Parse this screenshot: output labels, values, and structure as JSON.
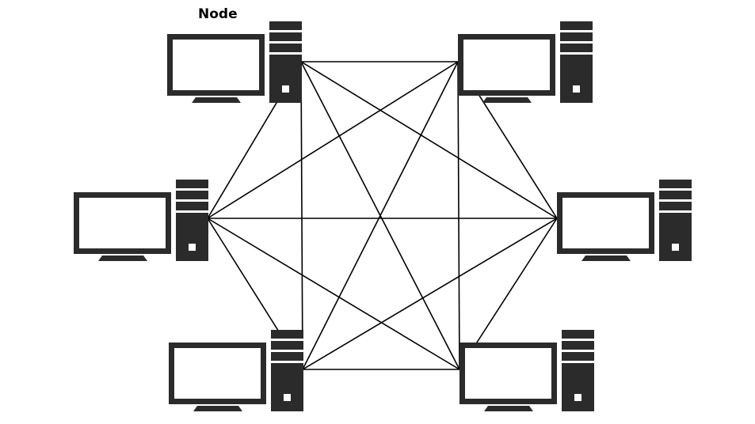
{
  "diagram": {
    "label": "Node",
    "colors": {
      "device": "#2b2b2b",
      "screen": "#ffffff",
      "link": "#000000",
      "background": "#ffffff"
    },
    "nodes": [
      {
        "id": "node-top-left",
        "icon": "desktop-computer-icon"
      },
      {
        "id": "node-top-right",
        "icon": "desktop-computer-icon"
      },
      {
        "id": "node-middle-left",
        "icon": "desktop-computer-icon"
      },
      {
        "id": "node-middle-right",
        "icon": "desktop-computer-icon"
      },
      {
        "id": "node-bottom-left",
        "icon": "desktop-computer-icon"
      },
      {
        "id": "node-bottom-right",
        "icon": "desktop-computer-icon"
      }
    ],
    "links": [
      [
        "node-top-left",
        "node-top-right"
      ],
      [
        "node-top-left",
        "node-middle-left"
      ],
      [
        "node-top-left",
        "node-middle-right"
      ],
      [
        "node-top-left",
        "node-bottom-left"
      ],
      [
        "node-top-left",
        "node-bottom-right"
      ],
      [
        "node-top-right",
        "node-middle-left"
      ],
      [
        "node-top-right",
        "node-middle-right"
      ],
      [
        "node-top-right",
        "node-bottom-left"
      ],
      [
        "node-top-right",
        "node-bottom-right"
      ],
      [
        "node-middle-left",
        "node-middle-right"
      ],
      [
        "node-middle-left",
        "node-bottom-left"
      ],
      [
        "node-middle-left",
        "node-bottom-right"
      ],
      [
        "node-middle-right",
        "node-bottom-left"
      ],
      [
        "node-middle-right",
        "node-bottom-right"
      ],
      [
        "node-bottom-left",
        "node-bottom-right"
      ]
    ]
  }
}
